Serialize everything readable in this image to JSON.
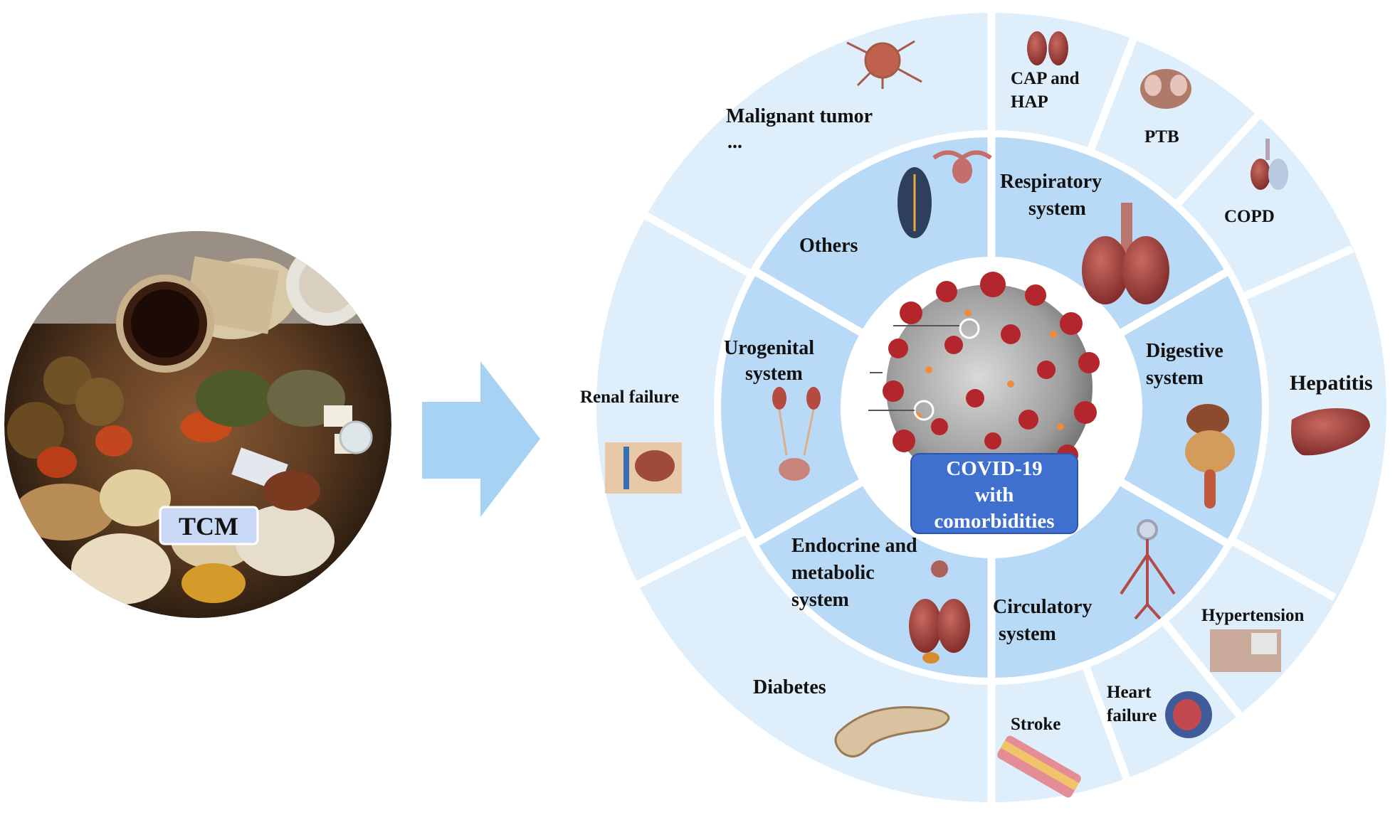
{
  "tcm": {
    "label": "TCM"
  },
  "center": {
    "lines": [
      "COVID-19",
      "with",
      "comorbidities"
    ]
  },
  "systems": {
    "respiratory": [
      "Respiratory",
      "system"
    ],
    "digestive": [
      "Digestive",
      "system"
    ],
    "circulatory": [
      "Circulatory",
      "system"
    ],
    "endocrine": [
      "Endocrine and",
      "metabolic",
      "system"
    ],
    "urogenital": [
      "Urogenital",
      "system"
    ],
    "others": [
      "Others"
    ]
  },
  "diseases": {
    "cap_hap": [
      "CAP and",
      "HAP"
    ],
    "ptb": "PTB",
    "copd": "COPD",
    "hepatitis": "Hepatitis",
    "hypertension": "Hypertension",
    "heart_failure": [
      "Heart",
      "failure"
    ],
    "stroke": "Stroke",
    "diabetes": "Diabetes",
    "renal_failure": "Renal failure",
    "malignant_tumor": [
      "Malignant tumor",
      "..."
    ]
  },
  "colors": {
    "outer_ring": "#deeefb",
    "inner_ring": "#b9daf6",
    "arrow": "#a6d2f3",
    "center_box": "#3f6fcf",
    "tcm_label_bg": "#c9d8f4"
  },
  "icons": {
    "left": "herbal-medicine-photo",
    "center": "coronavirus-illustration"
  }
}
